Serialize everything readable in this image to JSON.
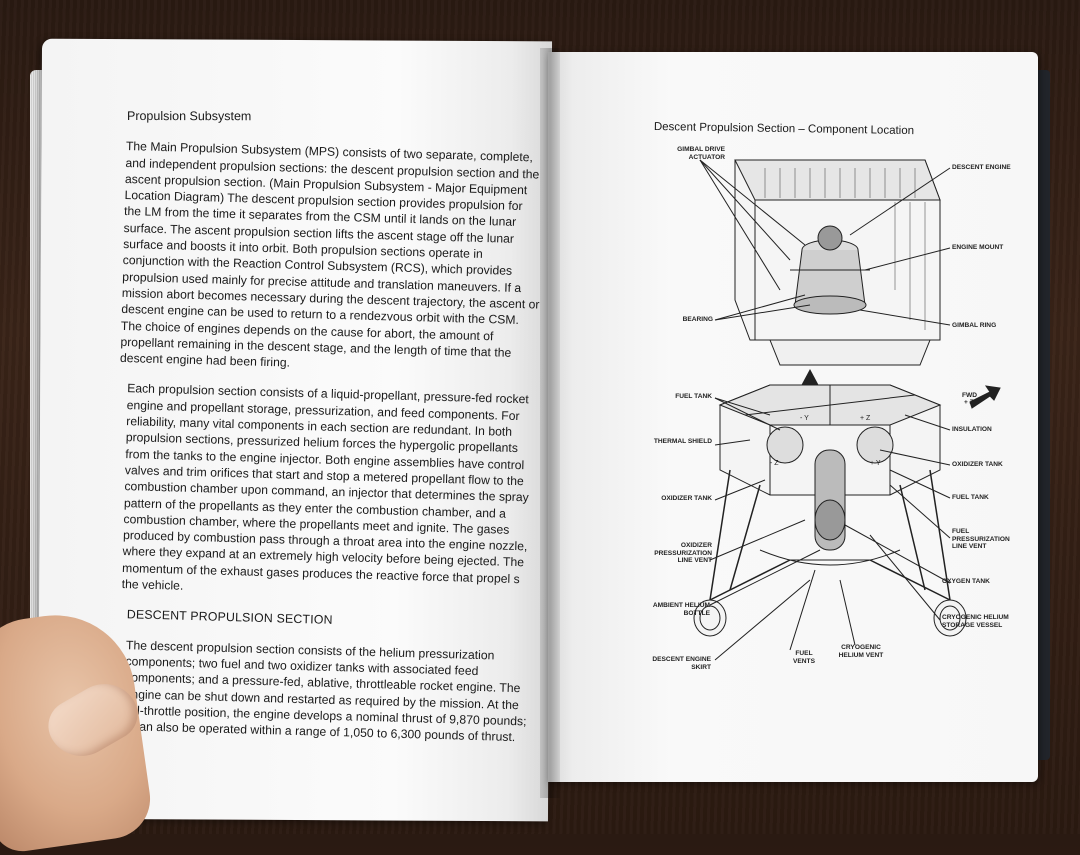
{
  "left_page": {
    "heading": "Propulsion Subsystem",
    "paragraphs": [
      "The Main Propulsion Subsystem (MPS) consists of two separate, complete, and independent propulsion sections: the descent propulsion section and the ascent propulsion section. (Main Propulsion Subsystem - Major Equipment Location Diagram) The descent propulsion section provides propulsion for the LM from the time it separates from the CSM until it lands on the lunar surface. The ascent propulsion section lifts the ascent stage off the lunar surface and boosts it into orbit. Both propulsion sections operate in conjunction with the Reaction Control Subsystem (RCS), which provides propulsion used mainly for precise attitude and translation maneuvers. If a mission abort becomes necessary during the descent trajectory, the ascent or descent engine can be used to return to a rendezvous orbit with the CSM. The choice of engines depends on the cause for abort, the amount of propellant remaining in the descent stage, and the length of time that the descent engine had been firing.",
      "Each propulsion section consists of a liquid-propellant, pressure-fed rocket engine and propellant storage, pressurization, and feed components. For reliability, many vital components in each section are redundant. In both propulsion sections, pressurized helium forces the hypergolic propellants from the tanks to the engine injector. Both engine assemblies have control valves and trim orifices that start and stop a metered propellant flow to the combustion chamber upon command, an injector that determines the spray pattern of the propellants as they enter the combustion chamber, and a combustion chamber, where the propellants meet and ignite. The gases produced by combustion pass through a throat area into the engine nozzle, where they expand at an extremely high velocity before being ejected. The momentum of the exhaust gases produces the reactive force that propel s the vehicle."
    ],
    "subheading": "DESCENT PROPULSION SECTION",
    "paragraph3": "The descent propulsion section consists of the helium pressurization components; two fuel and two oxidizer tanks with associated feed components; and a pressure-fed, ablative, throttleable rocket engine. The engine can be shut down and restarted as required by the mission. At the full-throttle position, the engine develops a nominal thrust of 9,870 pounds; it can also be operated within a range of 1,050 to 6,300 pounds of thrust."
  },
  "right_page": {
    "title": "Descent Propulsion Section – Component Location",
    "labels": {
      "gimbal_drive_actuator": "GIMBAL DRIVE ACTUATOR",
      "descent_engine": "DESCENT ENGINE",
      "engine_mount": "ENGINE MOUNT",
      "bearing": "BEARING",
      "gimbal_ring": "GIMBAL RING",
      "fuel_tank_top": "FUEL TANK",
      "fwd": "FWD",
      "plus_z_top": "+ Z",
      "insulation": "INSULATION",
      "thermal_shield": "THERMAL SHIELD",
      "oxidizer_tank_right": "OXIDIZER TANK",
      "oxidizer_tank_left": "OXIDIZER TANK",
      "fuel_tank_right": "FUEL TANK",
      "fuel_press_vent": "FUEL PRESSURIZATION LINE VENT",
      "oxidizer_press_vent": "OXIDIZER PRESSURIZATION LINE VENT",
      "oxygen_tank": "OXYGEN TANK",
      "ambient_helium_bottle": "AMBIENT HELIUM BOTTLE",
      "cryogenic_helium_storage": "CRYOGENIC HELIUM STORAGE VESSEL",
      "descent_engine_skirt": "DESCENT ENGINE SKIRT",
      "fuel_vents": "FUEL VENTS",
      "cryogenic_helium_vent": "CRYOGENIC HELIUM VENT",
      "axis_minus_y": "- Y",
      "axis_plus_z": "+ Z",
      "axis_minus_z": "- Z",
      "axis_plus_y": "+ Y"
    }
  }
}
